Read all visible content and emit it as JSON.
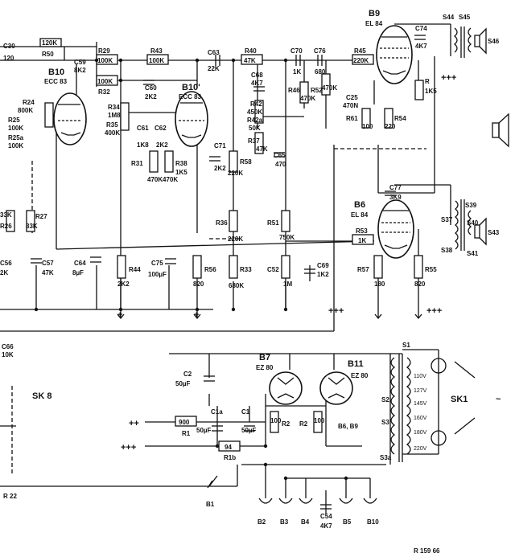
{
  "tubes": [
    {
      "id": "B10",
      "type": "ECC 83"
    },
    {
      "id": "B10'",
      "type": "ECC 83"
    },
    {
      "id": "B9",
      "type": "EL 84"
    },
    {
      "id": "B6",
      "type": "EL 84"
    },
    {
      "id": "B7",
      "type": "EZ 80"
    },
    {
      "id": "B11",
      "type": "EZ 80"
    }
  ],
  "labels": {
    "c30": "C30",
    "c30v": "120",
    "r50": "R50",
    "r50v": "120K",
    "c59": "C59",
    "c59v": "8K2",
    "r29": "R29",
    "r29v": "100K",
    "r32": "R32",
    "r32v": "100K",
    "r43": "R43",
    "r43v": "100K",
    "c63": "C63",
    "c63v": "22K",
    "r40": "R40",
    "r40v": "47K",
    "c70": "C70",
    "c70v": "1K",
    "c76": "C76",
    "c76v": "680",
    "r45": "R45",
    "r45v": "220K",
    "c74": "C74",
    "c74v": "4K7",
    "s44": "S44",
    "s45": "S45",
    "s46": "S46",
    "r24": "R24",
    "r24v": "800K",
    "r25": "R25",
    "r25v": "100K",
    "r25a": "R25a",
    "r25av": "100K",
    "r34": "R34",
    "r34v": "1M8",
    "r35": "R35",
    "r35v": "400K",
    "c60": "C60",
    "c60v": "2K2",
    "c61": "C61",
    "c61v": "1K8",
    "c62": "C62",
    "c62v": "2K2",
    "r31": "R31",
    "r31v": "470K",
    "r36v": "470K",
    "r38": "R38",
    "r38v": "1K5",
    "c71": "C71",
    "c71v": "2K2",
    "c68": "C68",
    "c68v": "4K7",
    "r42": "R42",
    "r42v": "450K",
    "r42a": "R42a",
    "r42av": "50K",
    "r37": "R37",
    "r37v": "47K",
    "c65": "C65",
    "c65v": "470",
    "r58": "R58",
    "r58v": "220K",
    "r46": "R46",
    "r46v": "470K",
    "r52": "R52",
    "r52v": "470K",
    "c25": "C25",
    "c25v": "470N",
    "r61": "R61",
    "r61v": "100",
    "r54": "R54",
    "r54v": "220",
    "r55a": "R",
    "r55av": "1K5",
    "r26": "R26",
    "r26v": "33K",
    "r27": "R27",
    "r27v": "33K",
    "c56": "C56",
    "c56v": "2K",
    "c57": "C57",
    "c57v": "47K",
    "c64": "C64",
    "c64v": "8µF",
    "r44": "R44",
    "r44v": "2K2",
    "c75": "C75",
    "c75v": "100µF",
    "r56": "R56",
    "r56v": "820",
    "r36": "R36",
    "r36b": "220K",
    "r33": "R33",
    "r33v": "680K",
    "r51": "R51",
    "r51v": "750K",
    "c52": "C52",
    "c52v": "1M",
    "c69": "C69",
    "c69v": "1K2",
    "c77": "C77",
    "c77v": "3K9",
    "r53": "R53",
    "r53v": "1K",
    "r57": "R57",
    "r57v": "180",
    "r55": "R55",
    "r55v": "820",
    "s39": "S39",
    "s37": "S37",
    "s38": "S38",
    "s40": "S40",
    "s41": "S41",
    "s43": "S43",
    "c66": "C66",
    "c66v": "10K",
    "sk8": "SK 8",
    "r22": "R 22",
    "c2": "C2",
    "c2v": "50µF",
    "c1a": "C1a",
    "c1av": "50µF",
    "c1": "C1",
    "c1v": "50µF",
    "r1": "R1",
    "r1v": "900",
    "r1b": "R1b",
    "r1bv": "94",
    "r2": "R2",
    "r2v": "100",
    "r2b": "R2",
    "r2bv": "100",
    "s1": "S1",
    "s2": "S2",
    "s3": "S3",
    "s3a": "S3a",
    "heater": "B6, B9",
    "sk1": "SK1",
    "v110": "110V",
    "v127": "127V",
    "v145": "145V",
    "v160": "160V",
    "v180": "180V",
    "v220": "220V",
    "b1": "B1",
    "b2": "B2",
    "b3": "B3",
    "b4": "B4",
    "b5": "B5",
    "b10b": "B10",
    "c54": "C54",
    "c54v": "4K7",
    "ref": "R 159 66",
    "plus3": "+++",
    "plus2": "++",
    "plus1": "+"
  }
}
